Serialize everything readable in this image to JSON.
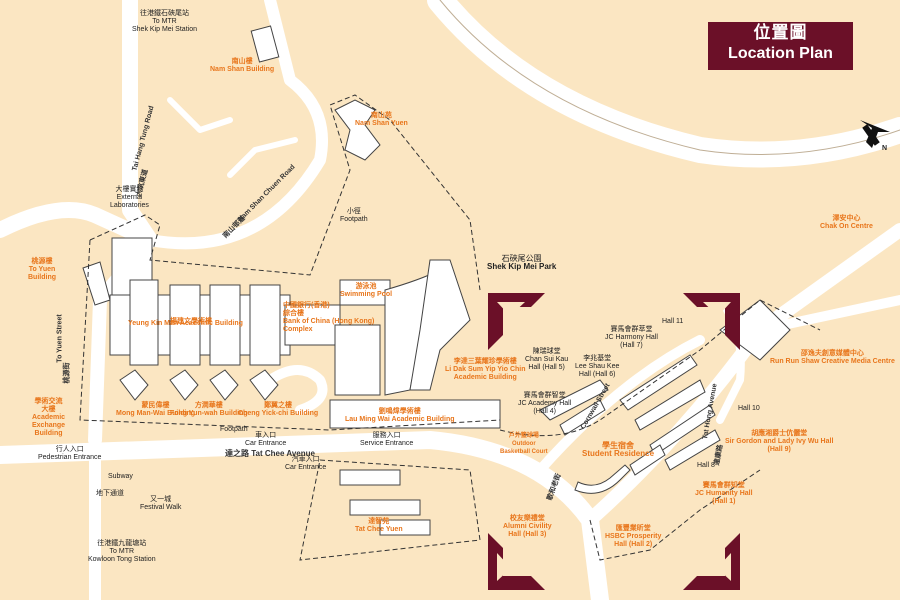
{
  "title": {
    "zh": "位置圖",
    "en": "Location Plan"
  },
  "labels": {
    "mtr_skm": {
      "zh": "往港鐵石硤尾站",
      "en1": "To MTR",
      "en2": "Shek Kip Mei Station"
    },
    "nam_shan_building": {
      "zh": "南山樓",
      "en": "Nam Shan Building"
    },
    "nam_shan_yuen": {
      "zh": "南山苑",
      "en": "Nam Shan Yuen"
    },
    "external_labs": {
      "zh": "大樓實驗",
      "en1": "External",
      "en2": "Laboratories"
    },
    "footpath_upper": {
      "zh": "小徑",
      "en": "Footpath"
    },
    "skm_park": {
      "zh": "石硤尾公園",
      "en": "Shek Kip Mei Park"
    },
    "to_yuen_building": {
      "zh": "桃源樓",
      "en1": "To Yuen",
      "en2": "Building"
    },
    "yeung_kin_man": {
      "zh": "楊建文學術樓",
      "en": "Yeung Kin Man Academic Building"
    },
    "boc": {
      "zh": "中國銀行(香港)",
      "zh2": "綜合樓",
      "en1": "Bank of China (Hong Kong)",
      "en2": "Complex"
    },
    "swimming_pool": {
      "zh": "游泳池",
      "en": "Swimming Pool"
    },
    "li_dak_sum": {
      "zh": "李達三葉耀珍學術樓",
      "en1": "Li Dak Sum Yip Yio Chin",
      "en2": "Academic Building"
    },
    "academic_exchange": {
      "zh": "學術交流",
      "zh2": "大樓",
      "en1": "Academic",
      "en2": "Exchange",
      "en3": "Building"
    },
    "mong_man_wai": {
      "zh": "蒙民偉樓",
      "en": "Mong Man-Wai Building"
    },
    "fong_yun_wah": {
      "zh": "方潤華樓",
      "en": "Fong Yun-wah Building"
    },
    "cheng_yick_chi": {
      "zh": "鄭翼之樓",
      "en": "Cheng Yick-chi Building"
    },
    "lau_ming_wai": {
      "zh": "劉鳴煒學術樓",
      "en": "Lau Ming Wai Academic Building"
    },
    "footpath_lower": {
      "zh": "小徑",
      "en": "Footpath"
    },
    "car_entrance1": {
      "zh": "車入口",
      "en": "Car Entrance"
    },
    "car_entrance2": {
      "zh": "汽車入口",
      "en": "Car Entrance"
    },
    "service_entrance": {
      "zh": "服務入口",
      "en": "Service Entrance"
    },
    "pedestrian_entrance": {
      "zh": "行人入口",
      "en": "Pedestrian Entrance"
    },
    "subway": {
      "zh": "",
      "en": "Subway"
    },
    "festival_walk": {
      "zh": "又一城",
      "en": "Festival Walk"
    },
    "mtr_kt": {
      "zh": "往港鐵九龍塘站",
      "en1": "To MTR",
      "en2": "Kowloon Tong Station"
    },
    "subway_zh": "地下通道",
    "tat_chee_yuen": {
      "zh": "達智苑",
      "en": "Tat Chee Yuen"
    },
    "outdoor_bball": {
      "zh": "戶外籃球場",
      "en1": "Outdoor",
      "en2": "Basketball Court"
    },
    "chan_sui_kau": {
      "zh": "陳瑞球堂",
      "en1": "Chan Sui Kau",
      "en2": "Hall (Hall 5)"
    },
    "lee_shau_kee": {
      "zh": "李兆基堂",
      "en1": "Lee Shau Kee",
      "en2": "Hall (Hall 6)"
    },
    "jc_harmony": {
      "zh": "賽馬會群萃堂",
      "en1": "JC Harmony Hall",
      "en2": "(Hall 7)"
    },
    "hall11": "Hall 11",
    "hall10": "Hall 10",
    "hall8": "Hall 8",
    "jc_academy": {
      "zh": "賽馬會群智堂",
      "en1": "JC Academy Hall",
      "en2": "(Hall 4)"
    },
    "student_residence": {
      "zh": "學生宿舍",
      "en": "Student Residence"
    },
    "sir_gordon": {
      "zh": "胡應湘爵士伉儷堂",
      "en1": "Sir Gordon and Lady Ivy Wu Hall",
      "en2": "(Hall 9)"
    },
    "jc_humanity": {
      "zh": "賽馬會群知堂",
      "en1": "JC Humanity Hall",
      "en2": "(Hall 1)"
    },
    "alumni_civility": {
      "zh": "校友樂禮堂",
      "en1": "Alumni Civility",
      "en2": "Hall (Hall 3)"
    },
    "hsbc_prosperity": {
      "zh": "匯豐業昕堂",
      "en1": "HSBC Prosperity",
      "en2": "Hall (Hall 2)"
    },
    "run_run_shaw": {
      "zh": "邵逸夫創意媒體中心",
      "en": "Run Run Shaw Creative Media Centre"
    },
    "chak_on": {
      "zh": "澤安中心",
      "en": "Chak On Centre"
    }
  },
  "roads": {
    "tai_hang_tung": "Tai Hang Tung Road",
    "tai_hang_tung_zh": "大坑東道",
    "nam_shan_chuen": "Nam Shan Chuen Road",
    "nam_shan_chuen_zh": "南山邨道",
    "to_yuen": "To Yuen Street",
    "to_yuen_zh": "桃源街",
    "tat_chee": "Tat Chee Avenue",
    "tat_chee_zh": "達之路",
    "cornwall": "Cornwall Street",
    "tat_hong": "Tat Hong Avenue",
    "tat_hong_zh": "達康路",
    "cornwall_zh": "歌和老街"
  },
  "compass": "N",
  "colors": {
    "land": "#fbe6c2",
    "road": "#ffffff",
    "building": "#ffffff",
    "accent": "#6b1028",
    "label": "#e8761c"
  }
}
